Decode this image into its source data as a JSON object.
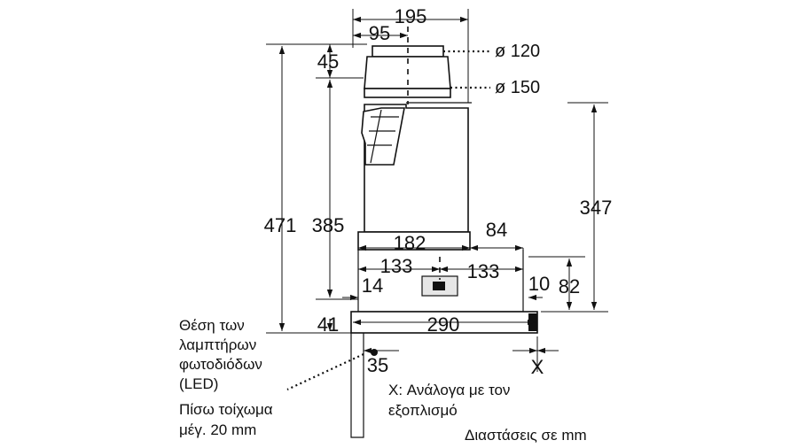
{
  "dimensions": {
    "d195": "195",
    "d95": "95",
    "d45": "45",
    "d471": "471",
    "d385": "385",
    "d347": "347",
    "d182": "182",
    "d84": "84",
    "d133_left": "133",
    "d133_right": "133",
    "d14": "14",
    "d10": "10",
    "d82": "82",
    "d41": "41",
    "d290": "290",
    "d35": "35",
    "x_label": "X"
  },
  "diameters": {
    "dia120": "ø 120",
    "dia150": "ø 150"
  },
  "notes": {
    "led_line1": "Θέση των",
    "led_line2": "λαμπτήρων",
    "led_line3": "φωτοδιόδων",
    "led_line4": "(LED)",
    "wall_line1": "Πίσω τοίχωμα",
    "wall_line2": "μέγ. 20 mm",
    "x_note_line1": "X: Ανάλογα με τον",
    "x_note_line2": "εξοπλισμό",
    "units": "Διαστάσεις σε mm"
  }
}
